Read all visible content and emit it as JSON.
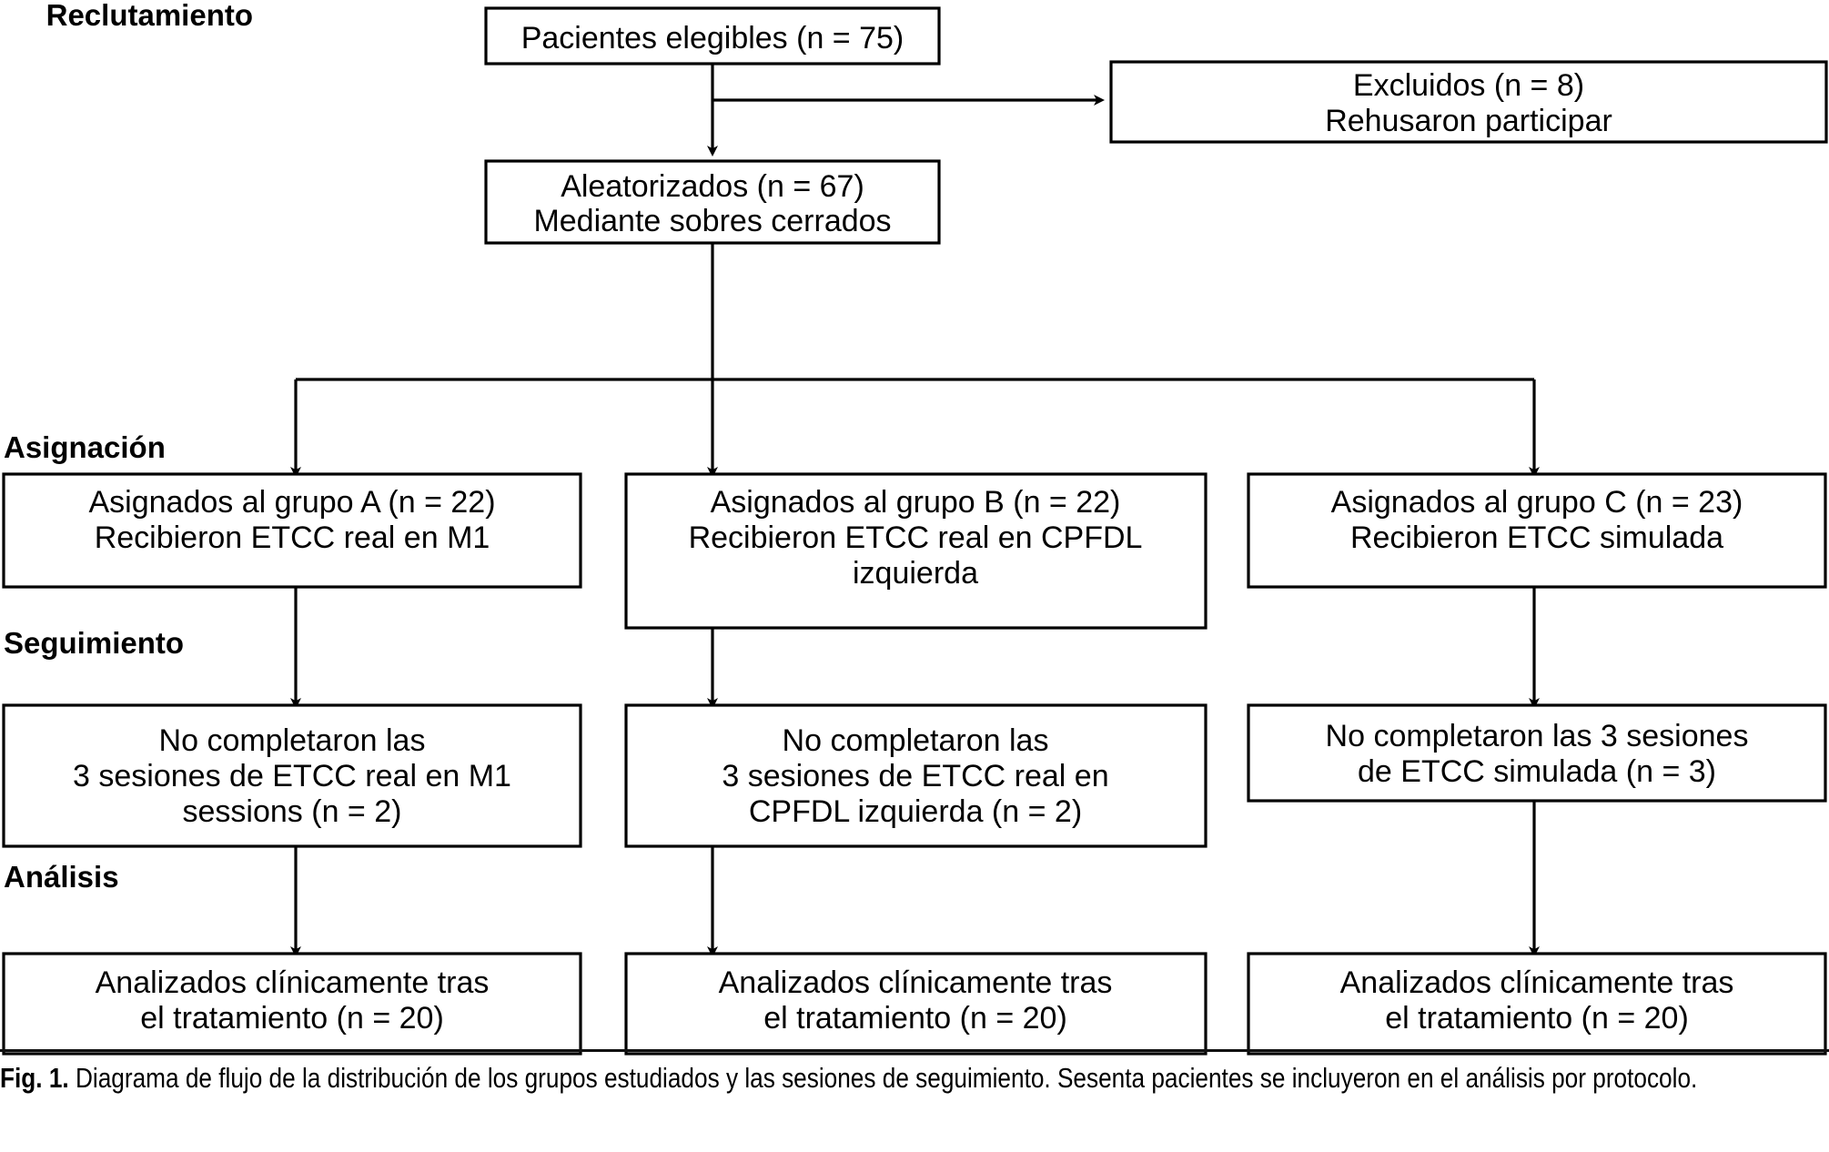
{
  "figure": {
    "id": "Fig. 1.",
    "caption": "Diagrama de flujo de la distribución de los grupos estudiados y las sesiones de seguimiento. Sesenta pacientes se incluyeron en el análisis por protocolo.",
    "language": "es",
    "diagram_type": "CONSORT participant flow diagram"
  },
  "stage_labels": {
    "recruitment": "Reclutamiento",
    "allocation": "Asignación",
    "followup": "Seguimiento",
    "analysis": "Análisis"
  },
  "nodes": {
    "eligible": {
      "lines": [
        "Pacientes elegibles (n = 75)"
      ],
      "n": 75
    },
    "excluded": {
      "lines": [
        "Excluidos (n = 8)",
        "Rehusaron participar"
      ],
      "n": 8
    },
    "randomized": {
      "lines": [
        "Aleatorizados (n = 67)",
        "Mediante sobres cerrados"
      ],
      "n": 67
    },
    "allocation_a": {
      "lines": [
        "Asignados al grupo A (n = 22)",
        "Recibieron ETCC real en M1"
      ],
      "n": 22
    },
    "allocation_b": {
      "lines": [
        "Asignados al grupo B (n = 22)",
        "Recibieron ETCC real en CPFDL",
        "izquierda"
      ],
      "n": 22
    },
    "allocation_c": {
      "lines": [
        "Asignados al grupo C (n = 23)",
        "Recibieron ETCC simulada"
      ],
      "n": 23
    },
    "followup_a": {
      "lines": [
        "No completaron las",
        "3 sesiones de ETCC real en M1",
        "sessions (n = 2)"
      ],
      "n": 2
    },
    "followup_b": {
      "lines": [
        "No completaron las",
        "3 sesiones de ETCC real en",
        "CPFDL izquierda (n = 2)"
      ],
      "n": 2
    },
    "followup_c": {
      "lines": [
        "No completaron las 3 sesiones",
        "de ETCC simulada (n = 3)"
      ],
      "n": 3
    },
    "analysis_a": {
      "lines": [
        "Analizados clínicamente tras",
        "el tratamiento (n = 20)"
      ],
      "n": 20
    },
    "analysis_b": {
      "lines": [
        "Analizados clínicamente tras",
        "el tratamiento (n = 20)"
      ],
      "n": 20
    },
    "analysis_c": {
      "lines": [
        "Analizados clínicamente tras",
        "el tratamiento (n = 20)"
      ],
      "n": 20
    }
  },
  "colors": {
    "stroke": "#000000",
    "fill": "#ffffff",
    "text": "#000000",
    "rule": "#111111"
  }
}
